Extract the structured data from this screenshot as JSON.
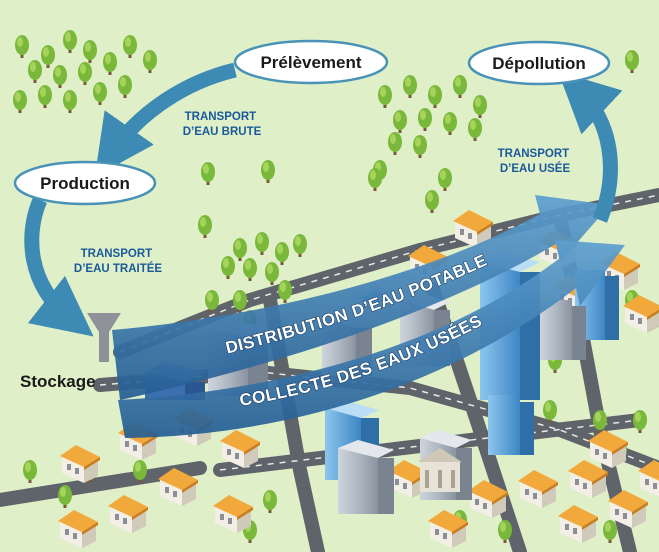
{
  "nodes": {
    "prelevement": "Prélèvement",
    "depollution": "Dépollution",
    "production": "Production",
    "stockage": "Stockage"
  },
  "transport": {
    "eau_brute": [
      "TRANSPORT",
      "D’EAU BRUTE"
    ],
    "eau_traitee": [
      "TRANSPORT",
      "D’EAU TRAITÉE"
    ],
    "eau_usee": [
      "TRANSPORT",
      "D’EAU USÉE"
    ]
  },
  "bands": {
    "distribution": "DISTRIBUTION D’EAU POTABLE",
    "collecte": "COLLECTE DES EAUX USÉES"
  },
  "colors": {
    "background": "#dfefc8",
    "arrow": "#3d8bb5",
    "band": "#2d6fa8",
    "label_text": "#1a5a9a"
  }
}
